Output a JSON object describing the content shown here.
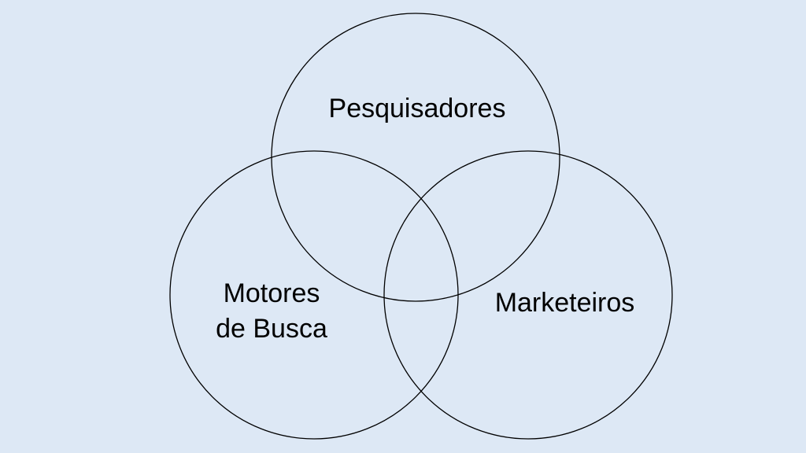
{
  "diagram": {
    "type": "venn",
    "sets": [
      {
        "id": "top",
        "lines": [
          "Pesquisadores"
        ]
      },
      {
        "id": "left",
        "lines": [
          "Motores",
          "de Busca"
        ]
      },
      {
        "id": "right",
        "lines": [
          "Marketeiros"
        ]
      }
    ]
  },
  "colors": {
    "background": "#dde8f5",
    "stroke": "#000000",
    "text": "#000000"
  }
}
